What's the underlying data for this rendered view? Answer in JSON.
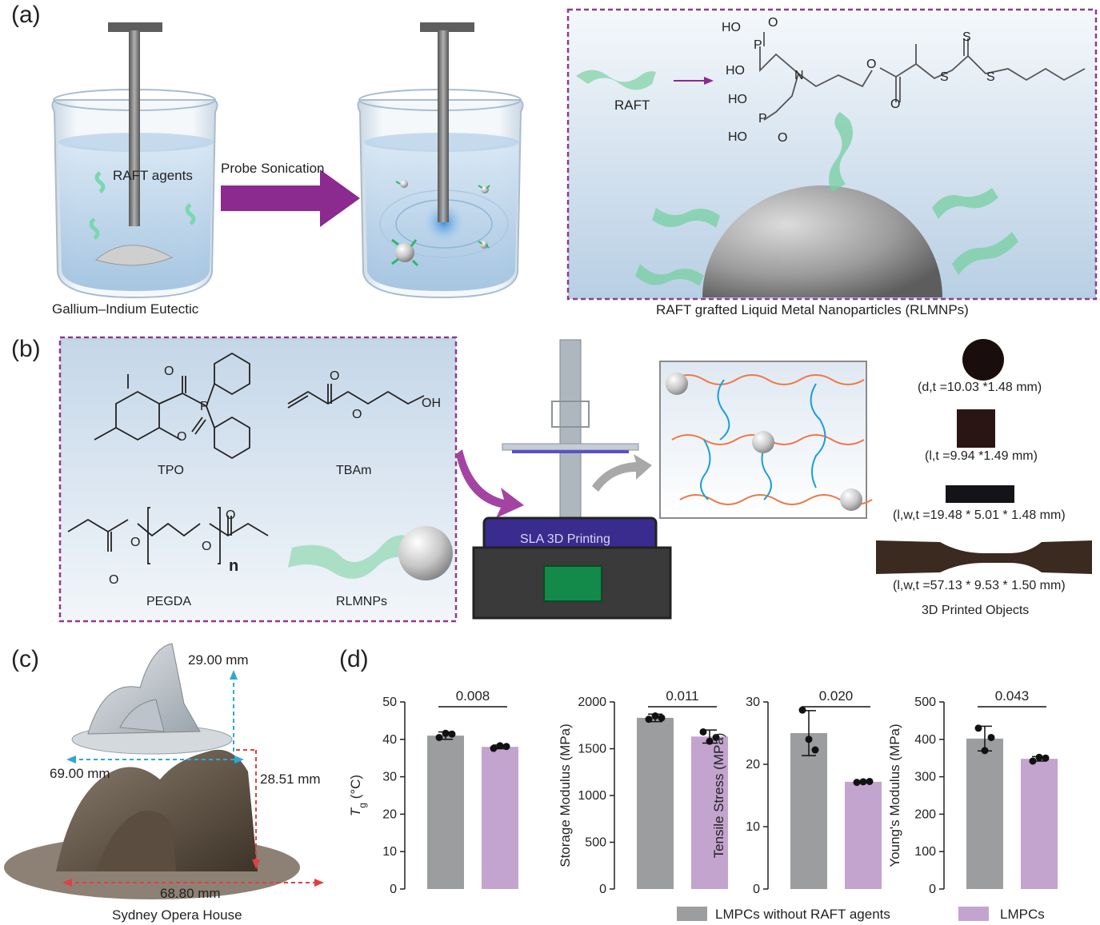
{
  "panels": {
    "a": "(a)",
    "b": "(b)",
    "c": "(c)",
    "d": "(d)"
  },
  "panel_a": {
    "raft_agents": "RAFT agents",
    "probe_sonication": "Probe Sonication",
    "gallium_indium": "Gallium–Indium Eutectic",
    "raft": "RAFT",
    "rlmnps_caption": "RAFT grafted Liquid Metal Nanoparticles (RLMNPs)",
    "structure_labels": {
      "ho1": "HO",
      "ho2": "HO",
      "ho3": "HO",
      "ho4": "HO",
      "p1": "P",
      "p2": "P",
      "o1": "O",
      "o2": "O",
      "o3": "O",
      "o4": "O",
      "n": "N",
      "s1": "S",
      "s2": "S",
      "s3": "S"
    }
  },
  "panel_b": {
    "tpo": "TPO",
    "tbam": "TBAm",
    "pegda": "PEGDA",
    "rlmnps": "RLMNPs",
    "printer_label": "SLA 3D Printing",
    "chem_labels": {
      "o_tpo1": "O",
      "o_tpo2": "O",
      "p_tpo": "P",
      "o_tb1": "O",
      "o_tb2": "O",
      "oh": "OH",
      "o_pe1": "O",
      "o_pe2": "O",
      "o_pe3": "O",
      "o_pe4": "O",
      "n": "n"
    },
    "objects": [
      "(d,t =10.03 *1.48 mm)",
      "(l,t =9.94 *1.49 mm)",
      "(l,w,t =19.48 * 5.01 * 1.48 mm)",
      "(l,w,t =57.13 * 9.53 * 1.50 mm)"
    ],
    "objects_caption": "3D Printed Objects"
  },
  "panel_c": {
    "dim_height_top": "29.00 mm",
    "dim_width_top": "69.00 mm",
    "dim_height_bottom": "28.51 mm",
    "dim_width_bottom": "68.80 mm",
    "caption": "Sydney Opera House"
  },
  "colors": {
    "gray_bar": "#9b9d9e",
    "purple_bar": "#c3a4cf",
    "arrow_purple": "#8b2a8f",
    "frame_purple": "#8e3b8e",
    "dim_blue": "#2fa6d8",
    "dim_red": "#e04040"
  },
  "chart_data": [
    {
      "type": "bar",
      "ylabel": "Tg (°C)",
      "ylabel_main": "T",
      "ylabel_sub": "g",
      "ylabel_unit": " (°C)",
      "ylim": [
        0,
        50
      ],
      "yticks": [
        0,
        10,
        20,
        30,
        40,
        50
      ],
      "categories": [
        "LMPCs without RAFT agents",
        "LMPCs"
      ],
      "values": [
        41,
        38
      ],
      "errors": [
        1,
        0.5
      ],
      "points": [
        [
          40.5,
          41.6,
          41.4
        ],
        [
          37.6,
          38.3,
          38.1
        ]
      ],
      "p_value": "0.008"
    },
    {
      "type": "bar",
      "ylabel": "Storage Modulus (MPa)",
      "ylim": [
        0,
        2000
      ],
      "yticks": [
        0,
        500,
        1000,
        1500,
        2000
      ],
      "categories": [
        "LMPCs without RAFT agents",
        "LMPCs"
      ],
      "values": [
        1830,
        1630
      ],
      "errors": [
        40,
        70
      ],
      "points": [
        [
          1815,
          1850,
          1830
        ],
        [
          1680,
          1580,
          1620
        ]
      ],
      "p_value": "0.011"
    },
    {
      "type": "bar",
      "ylabel": "Tensile Stress (MPa)",
      "ylim": [
        0,
        30
      ],
      "yticks": [
        0,
        10,
        20,
        30
      ],
      "categories": [
        "LMPCs without RAFT agents",
        "LMPCs"
      ],
      "values": [
        25,
        17.2
      ],
      "errors": [
        3.6,
        0.15
      ],
      "points": [
        [
          28.7,
          24,
          22.3
        ],
        [
          17.1,
          17.2,
          17.25
        ]
      ],
      "p_value": "0.020"
    },
    {
      "type": "bar",
      "ylabel": "Young's Modulus (MPa)",
      "ylim": [
        0,
        500
      ],
      "yticks": [
        0,
        100,
        200,
        300,
        400,
        500
      ],
      "categories": [
        "LMPCs without RAFT agents",
        "LMPCs"
      ],
      "values": [
        402,
        348
      ],
      "errors": [
        33,
        6
      ],
      "points": [
        [
          430,
          370,
          405
        ],
        [
          342,
          352,
          350
        ]
      ],
      "p_value": "0.043"
    }
  ],
  "legend": [
    {
      "label": "LMPCs without RAFT agents",
      "color": "#9b9d9e"
    },
    {
      "label": "LMPCs",
      "color": "#c3a4cf"
    }
  ]
}
